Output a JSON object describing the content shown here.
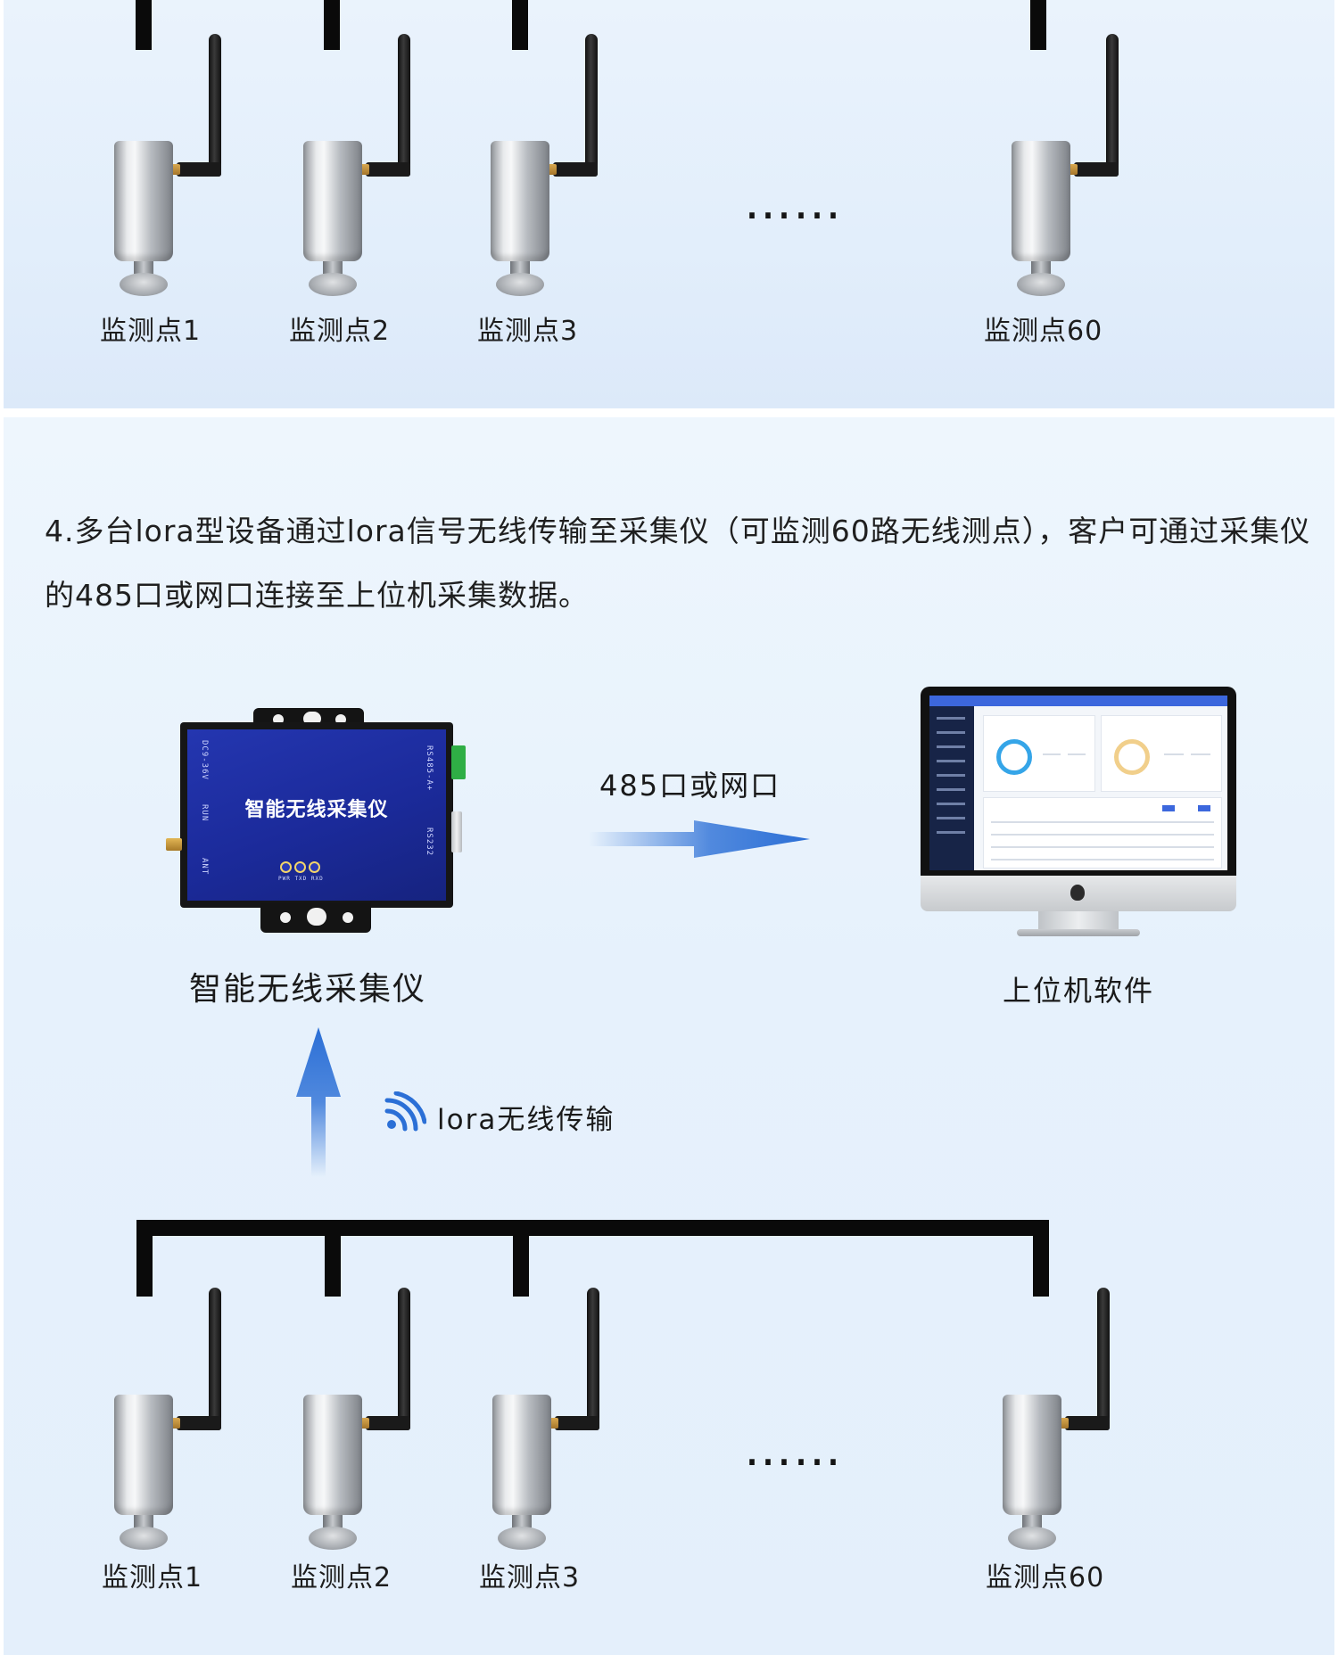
{
  "top_section": {
    "sensors": [
      {
        "label": "监测点1"
      },
      {
        "label": "监测点2"
      },
      {
        "label": "监测点3"
      },
      {
        "label": "监测点60"
      }
    ],
    "ellipsis": "……"
  },
  "description": "4.多台lora型设备通过lora信号无线传输至采集仪（可监测60路无线测点），客户可通过采集仪的485口或网口连接至上位机采集数据。",
  "collector": {
    "face_title": "智能无线采集仪",
    "port_dc": "DC9-36V",
    "port_rs485": "RS485-A+",
    "port_rs232": "RS232",
    "port_run": "RUN",
    "port_ant": "ANT",
    "led_caption": "PWR TXD RXD",
    "caption": "智能无线采集仪"
  },
  "link": {
    "label": "485口或网口",
    "arrow_color": "#2b6fd6"
  },
  "host": {
    "caption": "上位机软件"
  },
  "uplink": {
    "label": "lora无线传输",
    "icon": "wifi-signal-icon",
    "color": "#2b6fd6"
  },
  "bottom_section": {
    "sensors": [
      {
        "label": "监测点1"
      },
      {
        "label": "监测点2"
      },
      {
        "label": "监测点3"
      },
      {
        "label": "监测点60"
      }
    ],
    "ellipsis": "……"
  }
}
